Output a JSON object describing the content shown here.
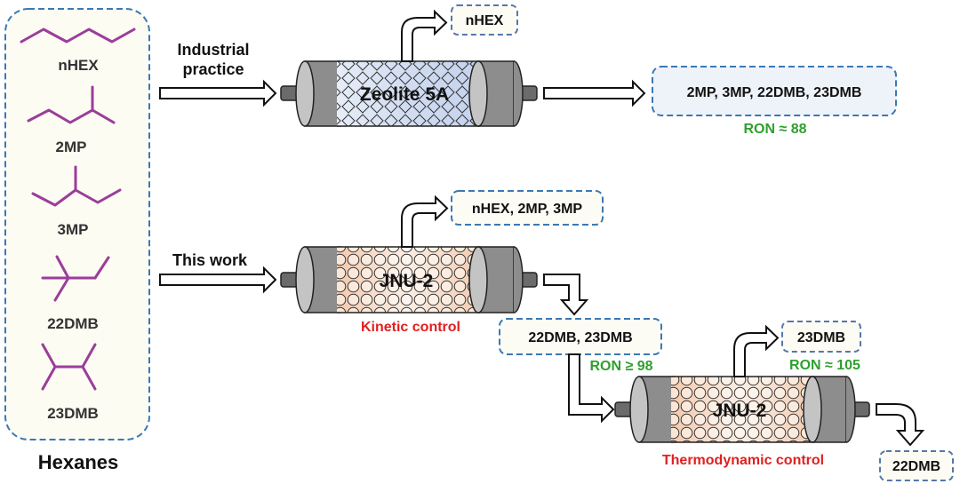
{
  "hexanes_panel": {
    "title": "Hexanes",
    "molecules": [
      {
        "id": "nhex",
        "label": "nHEX"
      },
      {
        "id": "2mp",
        "label": "2MP"
      },
      {
        "id": "3mp",
        "label": "3MP"
      },
      {
        "id": "22dmb",
        "label": "22DMB"
      },
      {
        "id": "23dmb",
        "label": "23DMB"
      }
    ]
  },
  "industrial": {
    "caption_line1": "Industrial",
    "caption_line2": "practice",
    "column_label": "Zeolite 5A",
    "top_output": "nHEX",
    "right_output": "2MP, 3MP, 22DMB, 23DMB",
    "ron": "RON ≈ 88"
  },
  "this_work": {
    "caption": "This work",
    "column1": {
      "label": "JNU-2",
      "control": "Kinetic control",
      "top_output": "nHEX, 2MP, 3MP",
      "bottom_output": "22DMB, 23DMB",
      "ron": "RON ≥ 98"
    },
    "column2": {
      "label": "JNU-2",
      "control": "Thermodynamic control",
      "top_output": "23DMB",
      "top_ron": "RON ≈ 105",
      "bottom_output": "22DMB"
    }
  },
  "colors": {
    "molecule": "#9b3d9b",
    "dashed_border": "#3a78b5",
    "ron_green": "#2ea02e",
    "control_red": "#e02020",
    "panel_bg": "#fcfcf2",
    "zeolite_fill": "#d5e0f2",
    "jnu_fill": "#f6d9c6"
  }
}
